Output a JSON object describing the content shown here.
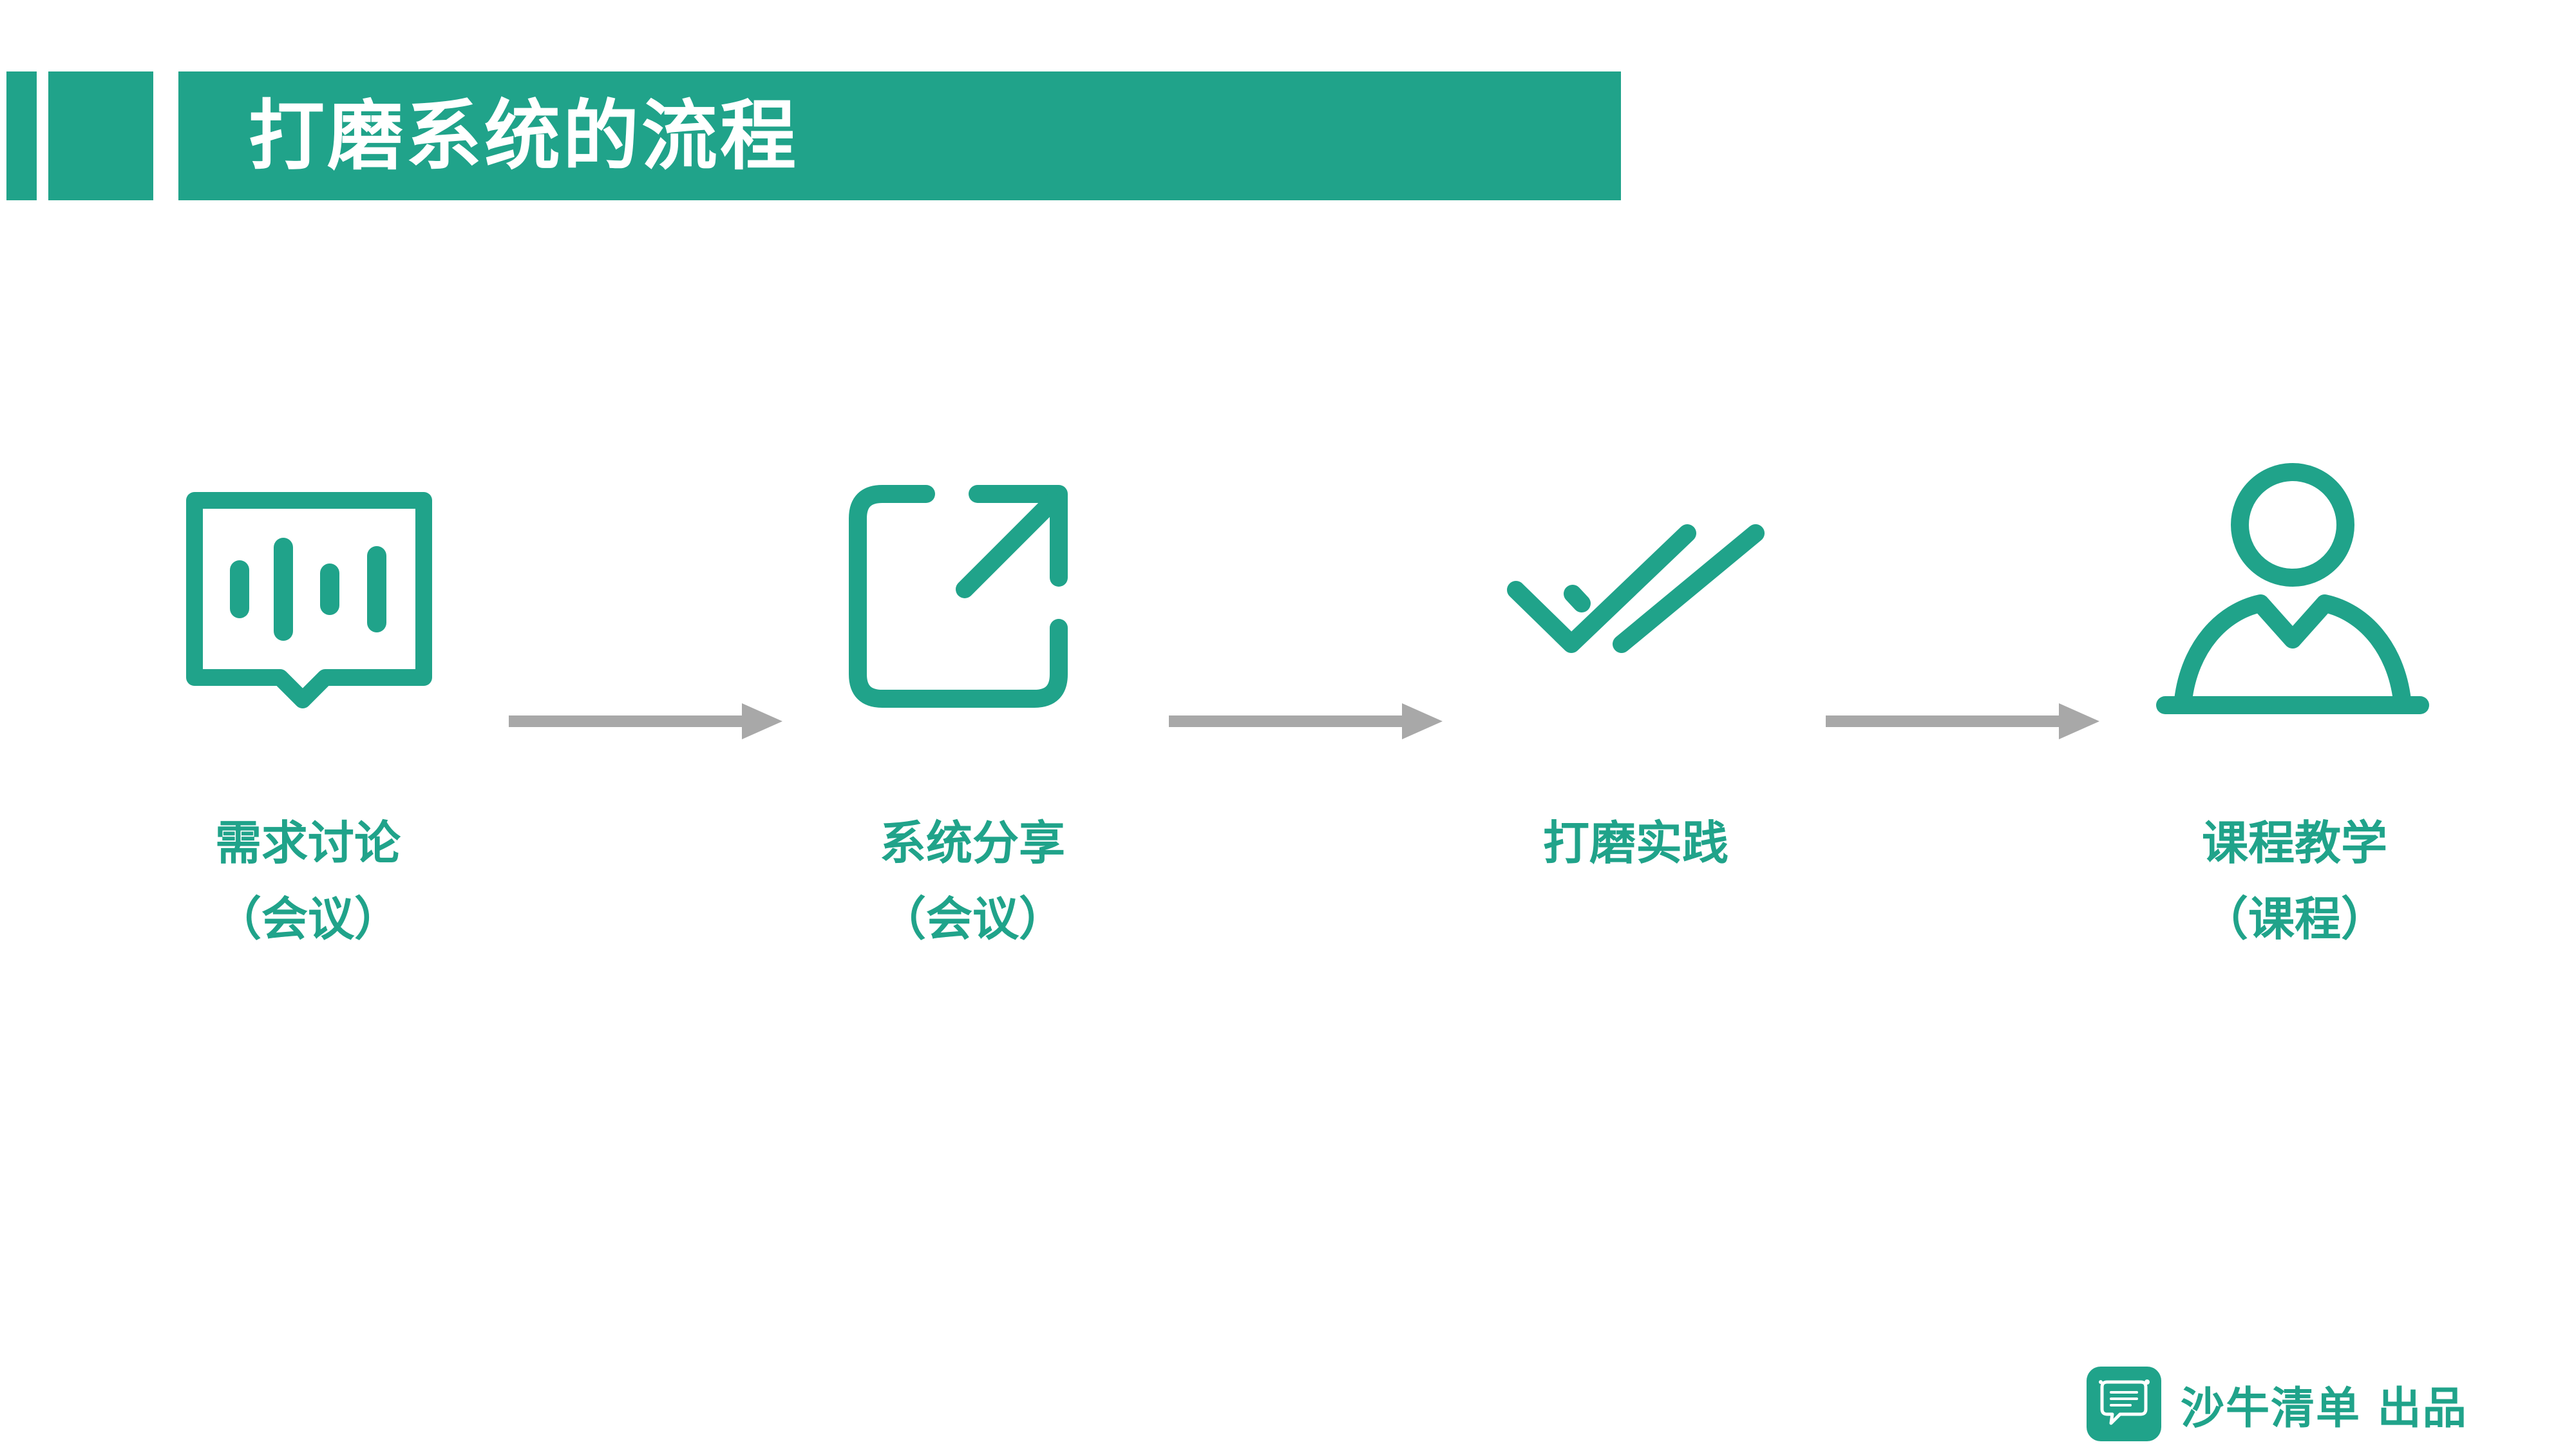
{
  "header": {
    "title": "打磨系统的流程"
  },
  "steps": [
    {
      "label": "需求讨论",
      "sub": "（会议）",
      "icon": "chat-bubble-waveform-icon"
    },
    {
      "label": "系统分享",
      "sub": "（会议）",
      "icon": "share-external-icon"
    },
    {
      "label": "打磨实践",
      "sub": "",
      "icon": "double-check-icon"
    },
    {
      "label": "课程教学",
      "sub": "（课程）",
      "icon": "user-person-icon"
    }
  ],
  "footer": {
    "brand": "沙牛清单 出品",
    "logo_icon": "chat-brain-logo-icon"
  },
  "colors": {
    "accent": "#20a38a",
    "arrow": "#a8a8a8",
    "text_on_accent": "#ffffff"
  }
}
